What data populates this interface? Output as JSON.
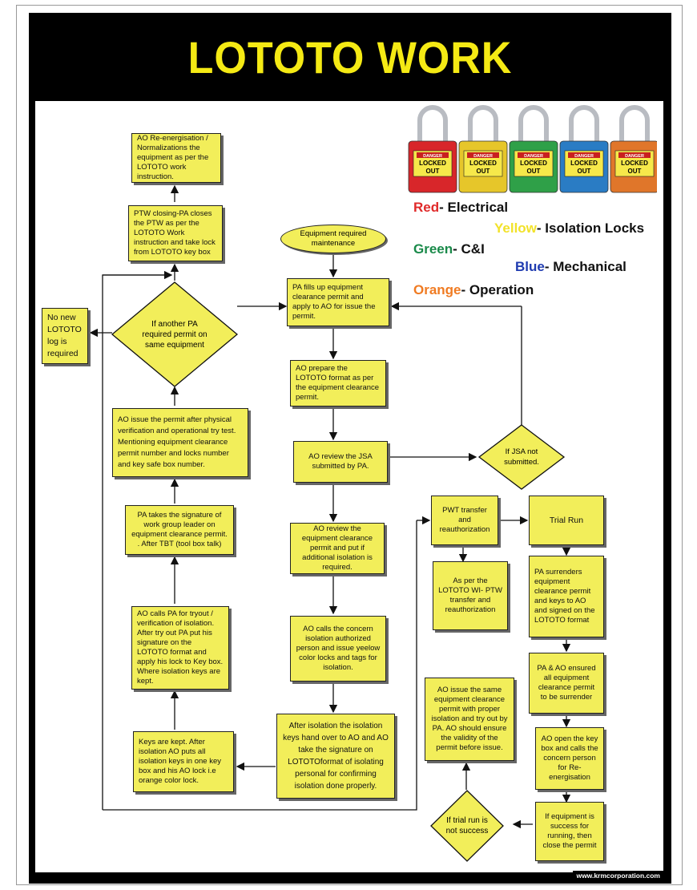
{
  "title": "LOTOTO WORK INSTRUCTION",
  "footer": "www.krmcorporation.com",
  "colors": {
    "banner": "#000000",
    "title": "#f5ea14",
    "box": "#f2ee5a",
    "red": "#e02a2a",
    "yellow": "#f2e22a",
    "green": "#1a8a4a",
    "blue": "#1f3bb0",
    "orange": "#f07b22"
  },
  "locks": [
    {
      "color": "#d8262a",
      "tag": "DANGER",
      "text1": "LOCKED",
      "text2": "OUT"
    },
    {
      "color": "#e6c62a",
      "tag": "DANGER",
      "text1": "LOCKED",
      "text2": "OUT"
    },
    {
      "color": "#2fa048",
      "tag": "DANGER",
      "text1": "LOCKED",
      "text2": "OUT"
    },
    {
      "color": "#2a7cc4",
      "tag": "DANGER",
      "text1": "LOCKED",
      "text2": "OUT"
    },
    {
      "color": "#e0762a",
      "tag": "DANGER",
      "text1": "LOCKED",
      "text2": "OUT"
    }
  ],
  "legend": {
    "red": {
      "word": "Red",
      "label": "- Electrical"
    },
    "yellow": {
      "word": "Yellow",
      "label": "- Isolation Locks"
    },
    "green": {
      "word": "Green",
      "label": "- C&I"
    },
    "blue": {
      "word": "Blue",
      "label": "- Mechanical"
    },
    "orange": {
      "word": "Orange",
      "label": "- Operation"
    }
  },
  "nodes": {
    "reenergise": "AO Re-energisation / Normalizations the equipment as per the LOTOTO work instruction.",
    "ptw_closing": "PTW closing-PA closes the PTW as per the LOTOTO Work instruction and take lock from LOTOTO key box",
    "no_new_log": "No new LOTOTO log is required",
    "another_pa": "If another PA required permit on same equipment",
    "ao_issue": "AO issue the permit after physical verification and operational try test. Mentioning equipment clearance permit number and locks number and key safe box number.",
    "pa_signature": "PA takes the signature of work group leader on equipment clearance permit. . After TBT (tool box talk)",
    "ao_calls_pa": "AO calls PA for tryout / verification of isolation. After try out PA put his signature on the LOTOTO format and apply his lock to Key box. Where isolation keys are kept.",
    "keys_kept": "Keys are kept. After isolation AO puts all isolation keys in one key box and his AO lock i.e orange color lock.",
    "equipment_required": "Equipment required maintenance",
    "pa_fills": "PA fills up equipment clearance permit and apply to AO for issue the permit.",
    "ao_prepare": "AO prepare the LOTOTO format as per the equipment clearance permit.",
    "ao_review_jsa": "AO review the JSA submitted by PA.",
    "jsa_not": "If JSA not submitted.",
    "ao_review_eq": "AO review the equipment clearance permit and put if additional isolation is required.",
    "ao_calls_concern": "AO calls the concern isolation authorized person and issue yeelow color locks and tags for isolation.",
    "after_isolation": "After isolation the isolation keys hand over to AO and AO take the signature on LOTOTOformat of isolating personal for confirming isolation done properly.",
    "pwt_transfer": "PWT transfer and reauthorization",
    "as_per": "As per the LOTOTO WI- PTW transfer and reauthorization",
    "trial_run": "Trial Run",
    "pa_surrenders": "PA surrenders equipment clearance permit and keys to AO and signed on the LOTOTO format",
    "pa_ao_ensured": "PA & AO ensured all equipment clearance permit to be surrender",
    "ao_open_key": "AO open the key box and calls the concern person for Re-energisation",
    "eq_success": "If equipment is success for running, then close the permit",
    "trial_not": "If trial run is not success",
    "ao_issue_same": "AO issue the same equipment clearance permit with proper isolation and try out by PA. AO should ensure the validity of the permit before issue."
  }
}
